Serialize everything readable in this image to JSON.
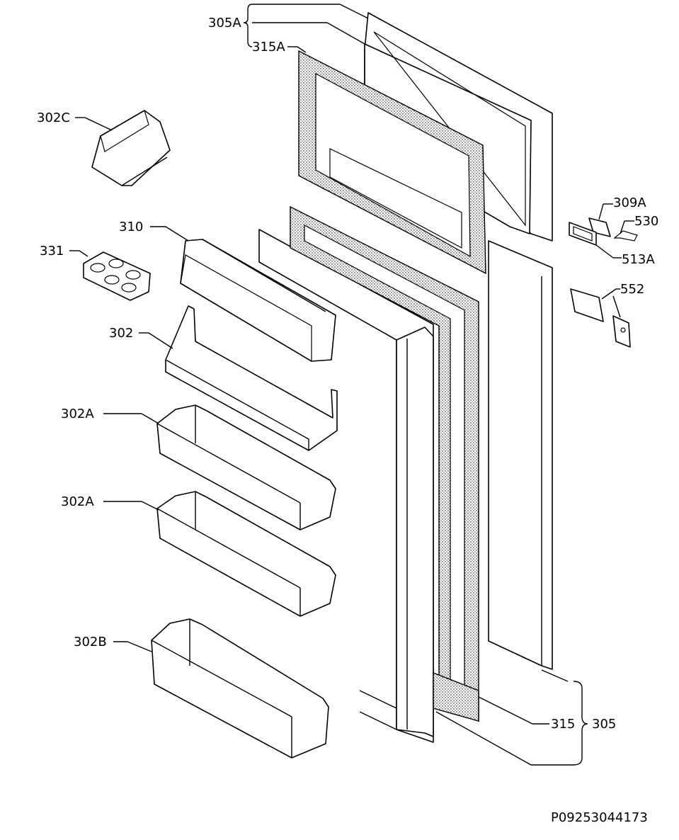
{
  "drawing": {
    "labels": {
      "l305A": "305A",
      "l315A": "315A",
      "l302C": "302C",
      "l310": "310",
      "l331": "331",
      "l302": "302",
      "l302A_1": "302A",
      "l302A_2": "302A",
      "l302B": "302B",
      "l309A": "309A",
      "l530": "530",
      "l513A": "513A",
      "l552": "552",
      "l315": "315",
      "l305": "305"
    },
    "reference_code": "P09253044173"
  }
}
